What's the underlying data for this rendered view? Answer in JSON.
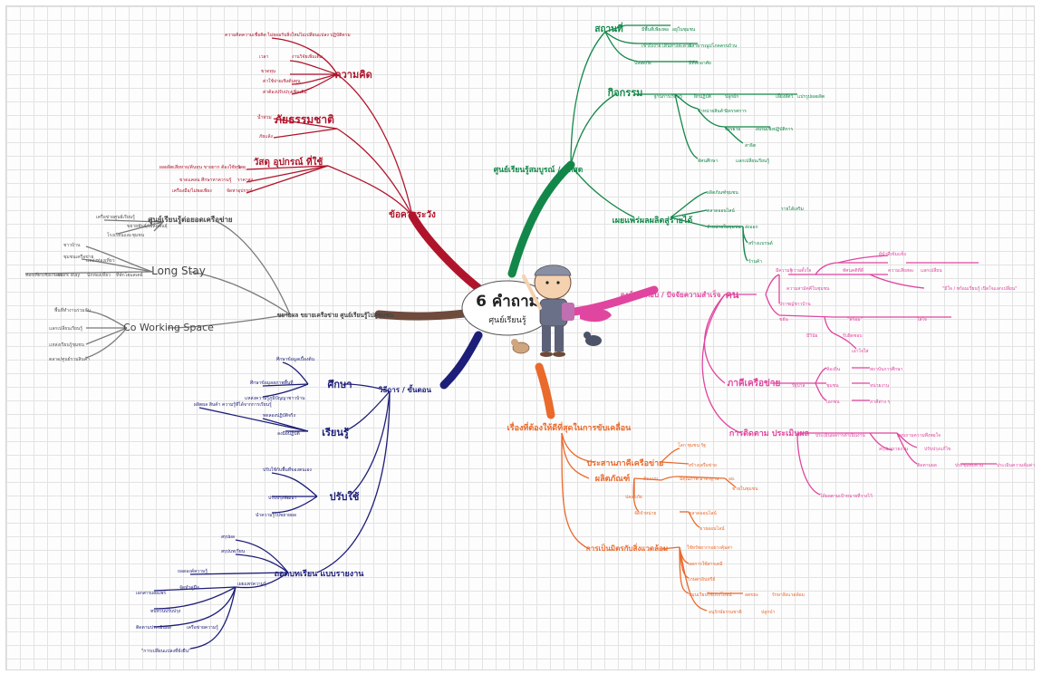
{
  "center": {
    "line1": "6 คำถาม",
    "line2": "ศุนย์เรียนรู้"
  },
  "colors": {
    "red": "#b0142b",
    "green": "#13874a",
    "pink": "#e0469f",
    "orange": "#ea6a2c",
    "navy": "#1d1e78",
    "brown": "#6e4b3c",
    "gray": "#7a7a7a"
  },
  "branches": {
    "red": {
      "main": "ข้อควรระวัง",
      "sub1": "ความคิด",
      "sub1_items": [
        "ความคิดความเชื่อคิด ไม่ยอมรับสิ่งใหม่ไม่เปลี่ยนแปลง ปฏิบัติตาม",
        "เวลา",
        "งานวิจัยเพิ่มเติม",
        "ขาดทุน",
        "ค่าใช้จ่ายเชิงต้นทุน",
        "ค่าต้องปรับปรุงเพิ่มเติม"
      ],
      "sub2": "ภัยธรรมชาติ",
      "sub2_items": [
        "น้ำท่วม",
        "ภัยแล้ง"
      ],
      "sub3": "วัสดุ อุปกรณ์ ที่ใช้",
      "sub3_items": [
        "ผลผลิตเสียหาย/ต้นทุน ขายยาก ต้องใช้ทุน",
        "วัสดุ",
        "ขาดแคลน ศึกษาหาความรู้",
        "ราคาสูง",
        "เครื่องมือ/ไม่พอเพียง",
        "จัดหาอุปกรณ์"
      ]
    },
    "gray": {
      "main": "ขยายผล ขยายเครือข่าย ศูนย์เรียนรู้ไปสู่ชุมชน",
      "sub1": "ศูนย์เรียนรู้ต่อยอดเครือข่าย",
      "sub1_items": [
        "เครือข่ายศูนย์เรียนรู้",
        "โรงเรียนและชุมชน",
        "ขยายพันธุ์/เมล็ดพันธุ์"
      ],
      "sub2": "Long Stay",
      "sub2_items": [
        "ชาวบ้าน",
        "ชุมชนเครือข่าย",
        "แหล่งท่องเที่ยว",
        "ที่พักโฮมสเตย์",
        "ท่องเที่ยวเชิงเกษตร",
        "work stay",
        "นักท่องเที่ยว"
      ],
      "sub3": "Co Working Space",
      "sub3_items": [
        "พื้นที่ทำงานร่วมกัน",
        "แลกเปลี่ยนเรียนรู้",
        "แหล่งเรียนรู้ชุมชน",
        "ตลาด/ศูนย์รวมสินค้า"
      ]
    },
    "navy": {
      "main": "วิธีการ / ขั้นตอน",
      "sub1": "ศึกษา",
      "sub1_items": [
        "ศึกษาข้อมูลเบื้องต้น",
        "ศึกษาข้อมูลสภาพพื้นที่",
        "แหล่งความรู้ภูมิปัญญาชาวบ้าน"
      ],
      "sub2": "เรียนรู้",
      "sub2_items": [
        "ผลิตผล สินค้า ความรู้ที่ได้จากการเรียนรู้",
        "ทดลองปฏิบัติจริง",
        "ลงมือปฏิบัติ"
      ],
      "sub3": "ปรับใช้",
      "sub3_items": [
        "ปรับใช้กับพื้นที่ของตนเอง",
        "ปรับปรุงพัฒนา",
        "นำความรู้ไปขยายผล"
      ],
      "sub4": "ถอดบทเรียน แบบรายงาน",
      "sub4_items": [
        "สรุปผล",
        "สรุปบทเรียน",
        "ถอดองค์ความรู้",
        "เผยแพร่ความรู้",
        "จัดทำคู่มือ",
        "เอกสารเผยแพร่",
        "ทบทวนปรับปรุง",
        "ติดตามประเมินผล",
        "เครือข่ายความรู้",
        "\"การเปลี่ยนแปลงที่ยั่งยืน\""
      ]
    },
    "green": {
      "main": "ศูนย์เรียนรู้สมบูรณ์ / ดีที่สุด",
      "sub1": "สถานที่",
      "sub1_items": [
        "มีพื้นที่เพียงพอ",
        "อยู่ในชุมชน",
        "เข้าถึงง่าย เดินทางสะดวก",
        "มีสาธารณูปโภคครบถ้วน",
        "ปลอดภัย",
        "มีที่พักอาศัย"
      ],
      "sub2": "กิจกรรม",
      "sub2_items": [
        "ฐานการเรียนรู้",
        "ฝึกปฏิบัติ",
        "ปลูกผัก",
        "เลี้ยงสัตว์",
        "แปรรูปผลผลิต",
        "จำหน่ายสินค้า",
        "นิทรรศการ",
        "บรรยาย",
        "อบรมเชิงปฏิบัติการ",
        "สาธิต",
        "ทัศนศึกษา",
        "แลกเปลี่ยนเรียนรู้"
      ],
      "sub3": "เผยแพร่ผลผลิตสู่รายได้",
      "sub3_items": [
        "ผลิตภัณฑ์ชุมชน",
        "ตลาดออนไลน์",
        "จำหน่ายในชุมชน",
        "ส่งออก",
        "สร้างแบรนด์",
        "ร้านค้า",
        "รายได้เสริม"
      ]
    },
    "pink": {
      "main": "องค์ประกอบ / ปัจจัยความสำเร็จ",
      "sub1": "คน",
      "sub1_items": [
        "มีความรู้",
        "ความตั้งใจ",
        "ทัศนคติที่ดี",
        "ผู้นำที่เข้มแข็ง",
        "ความเสียสละ",
        "แลกเปลี่ยน",
        "\"มีใจ / พร้อมเรียนรู้ เปิดใจแลกเปลี่ยน\"",
        "ความสามัคคีในชุมชน",
        "ปราชญ์ชาวบ้าน",
        "\"พร้อม\"",
        "ใส่ใจ",
        "ขยัน",
        "มีวินัย",
        "รับผิดชอบ",
        "เอาใจใส่"
      ],
      "sub2": "ภาคีเครือข่าย",
      "sub2_items": [
        "รัฐบาล",
        "ท้องถิ่น",
        "ชุมชน",
        "เอกชน",
        "สถาบันการศึกษา",
        "หน่วยงาน",
        "ภาคีต่าง ๆ"
      ],
      "sub3": "การติดตาม ประเมินผล",
      "sub3_items": [
        "ประเมินผลการดำเนินงาน",
        "สอบถามความพึงพอใจ",
        "สรุปผลรายงาน",
        "ปรับปรุงแก้ไข",
        "ติดตามผล",
        "ประชุมทบทวน",
        "ประเมินความคุ้มค่า",
        "ได้ผลตามเป้าหมายที่วางไว้"
      ]
    },
    "orange": {
      "main": "เรื่องที่ต้องให้ดีที่สุดในการขับเคลื่อน",
      "sub1": "ประสานภาคีเครือข่าย",
      "sub1_items": [
        "โลก ชุมชน รัฐ",
        "สร้างเครือข่าย"
      ],
      "sub2": "ผลิตภัณฑ์",
      "sub2_items": [
        "ต้นแบบ",
        "มีคุณภาพ มาตรฐาน",
        "ปลอดภัย",
        "อย.",
        "จัดจำหน่าย",
        "ตลาดออนไลน์",
        "ขายในชุมชน",
        "ขายออนไลน์"
      ],
      "sub3": "การเป็นมิตรกับสิ่งแวดล้อม",
      "sub3_items": [
        "ใช้ทรัพยากรอย่างคุ้มค่า",
        "ลดการใช้สารเคมี",
        "เกษตรอินทรีย์",
        "หมุนเวียนใช้ประโยชน์",
        "ลดขยะ",
        "รักษาสิ่งแวดล้อม",
        "อนุรักษ์ธรรมชาติ",
        "ปลูกป่า"
      ]
    }
  }
}
